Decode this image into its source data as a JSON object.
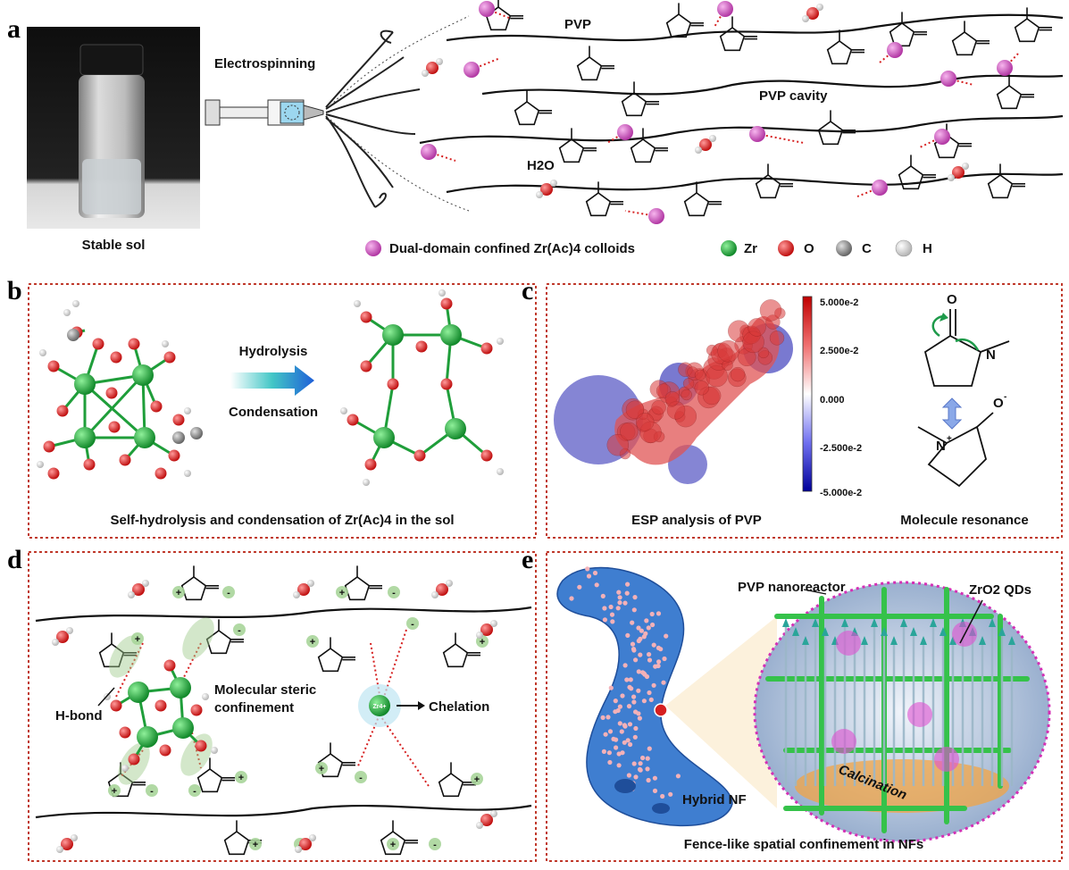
{
  "colors": {
    "panel_border": "#c0392b",
    "zr": "#1f9e3a",
    "oxygen": "#d62020",
    "carbon": "#8a8a8a",
    "hydrogen": "#e6e6e6",
    "colloid": "#d04fc2",
    "hbond": "#d62020",
    "grid_green": "#35c24a",
    "fiber_blue": "#3f7ed0",
    "esp_pos": "#d62728",
    "esp_neg": "#1f1fb4"
  },
  "panels": {
    "a": {
      "label": "a",
      "photo_caption": "Stable sol",
      "process_label": "Electrospinning",
      "pvp_label": "PVP",
      "cavity_label": "PVP cavity",
      "water_label": "H2O",
      "legend": {
        "colloid": "Dual-domain confined Zr(Ac)4 colloids",
        "zr": "Zr",
        "o": "O",
        "c": "C",
        "h": "H"
      }
    },
    "b": {
      "label": "b",
      "arrow_top": "Hydrolysis",
      "arrow_bottom": "Condensation",
      "caption": "Self-hydrolysis and condensation of Zr(Ac)4 in the sol"
    },
    "c": {
      "label": "c",
      "colorbar_ticks": [
        "5.000e-2",
        "2.500e-2",
        "0.000",
        "-2.500e-2",
        "-5.000e-2"
      ],
      "caption_left": "ESP analysis of PVP",
      "caption_right": "Molecule resonance",
      "atom_o": "O",
      "atom_n": "N",
      "atom_o_minus": "O",
      "atom_n_plus": "N"
    },
    "d": {
      "label": "d",
      "hbond_label": "H-bond",
      "steric_label": "Molecular steric confinement",
      "chelation_label": "Chelation",
      "zr_ion": "Zr4+"
    },
    "e": {
      "label": "e",
      "nanoreactor_label": "PVP nanoreactor",
      "qds_label": "ZrO2 QDs",
      "fiber_label": "Hybrid  NF",
      "calcination_label": "Calcination",
      "caption": "Fence-like spatial confinement in NFs"
    }
  }
}
